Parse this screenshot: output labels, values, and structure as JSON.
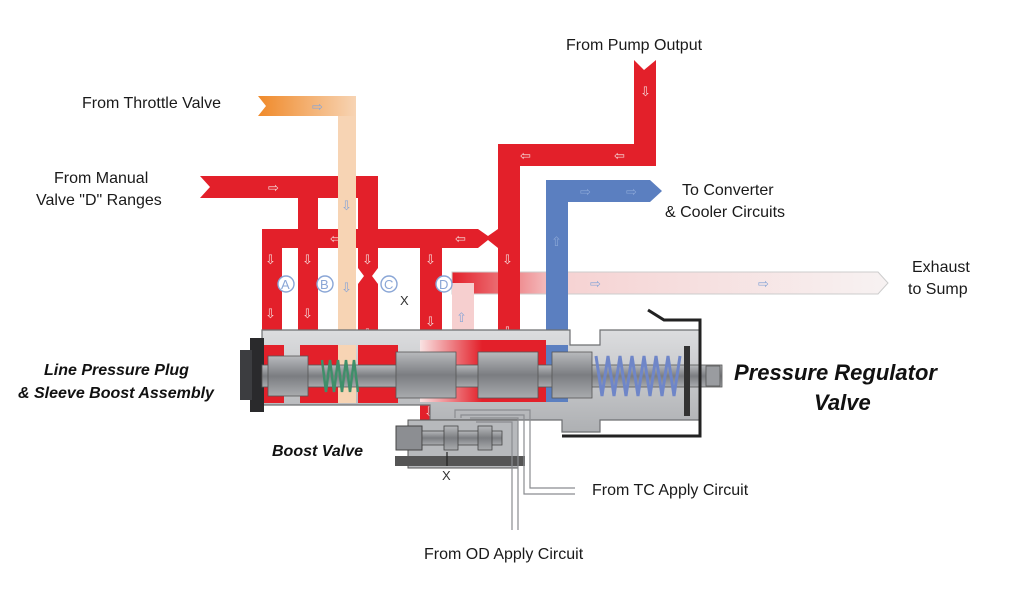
{
  "labels": {
    "pump_output": "From Pump Output",
    "throttle_valve": "From Throttle Valve",
    "manual_line1": "From Manual",
    "manual_line2": "Valve \"D\" Ranges",
    "converter_line1": "To Converter",
    "converter_line2": "& Cooler Circuits",
    "exhaust_line1": "Exhaust",
    "exhaust_line2": "to Sump",
    "line_pressure_line1": "Line Pressure Plug",
    "line_pressure_line2": "& Sleeve Boost Assembly",
    "pressure_reg_line1": "Pressure Regulator",
    "pressure_reg_line2": "Valve",
    "boost_valve": "Boost Valve",
    "tc_apply": "From TC Apply Circuit",
    "od_apply": "From OD Apply Circuit"
  },
  "ports": [
    "A",
    "B",
    "C",
    "D"
  ],
  "markers": [
    "X",
    "X"
  ],
  "colors": {
    "line_pressure": "#e3202a",
    "throttle": "#f7c9a0",
    "converter": "#5b7fc0",
    "exhaust": "#f3d6d6",
    "housing": "#c8c9cb",
    "spool": "#8e9094",
    "spring_green": "#3f8f6a",
    "spring_blue": "#6f86c8"
  }
}
